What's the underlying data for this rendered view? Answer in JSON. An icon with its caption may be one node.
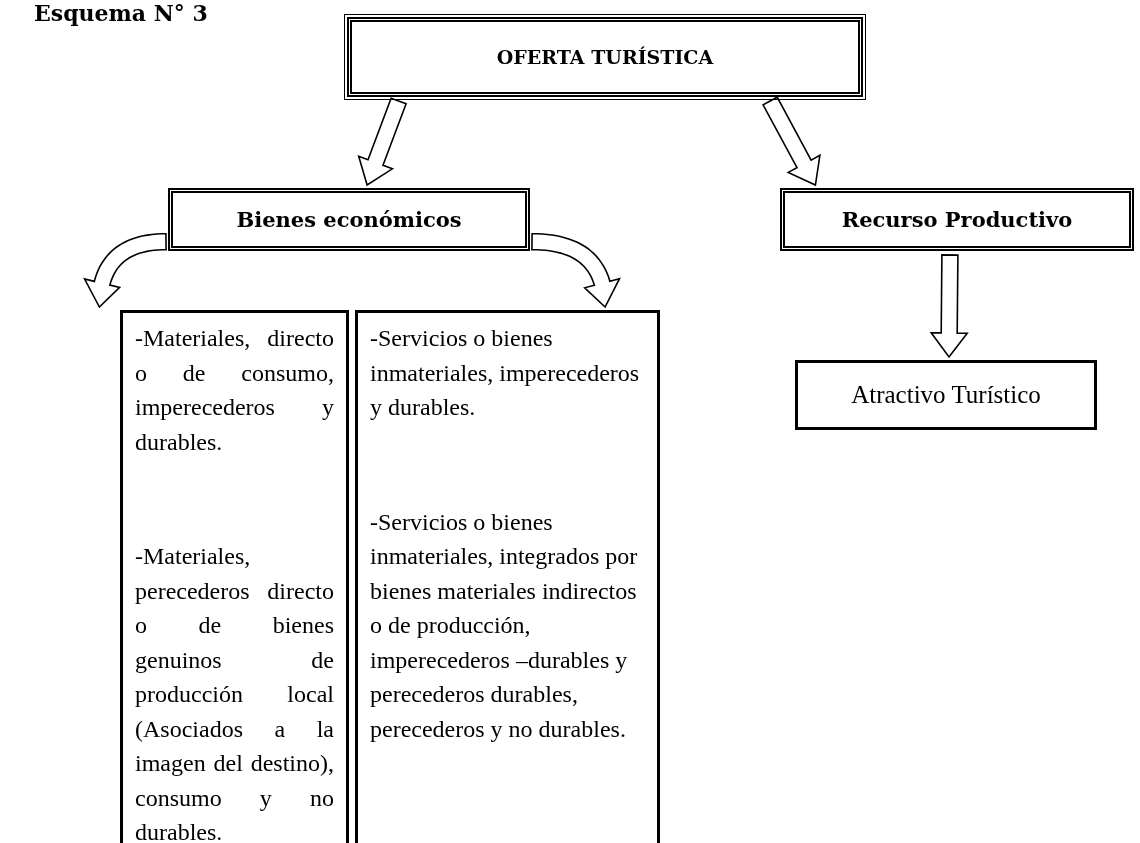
{
  "diagram": {
    "title": "Esquema N° 3",
    "nodes": [
      {
        "text": [
          "OFERTA TURÍSTICA"
        ]
      },
      {
        "text": [
          "Bienes económicos"
        ]
      },
      {
        "text": [
          "Recurso Productivo"
        ]
      },
      {
        "text": [
          "-Materiales, directo o de consumo, imperecederos y durables.",
          "-Materiales, perecederos directo o de bienes genuinos de producción local (Asociados a la imagen del destino), consumo y no durables."
        ]
      },
      {
        "text": [
          "-Servicios o bienes inmateriales, imperecederos y durables.",
          "-Servicios o bienes inmateriales, integrados por bienes materiales indirectos o de producción, imperecederos –durables y perecederos durables, perecederos y no durables."
        ]
      },
      {
        "text": [
          "Atractivo Turístico"
        ]
      }
    ],
    "edges": [
      {
        "from": 0,
        "to": 1,
        "arrow": "to"
      },
      {
        "from": 0,
        "to": 2,
        "arrow": "to"
      },
      {
        "from": 1,
        "to": 3,
        "arrow": "to"
      },
      {
        "from": 1,
        "to": 4,
        "arrow": "to"
      },
      {
        "from": 2,
        "to": 5,
        "arrow": "to"
      }
    ]
  }
}
